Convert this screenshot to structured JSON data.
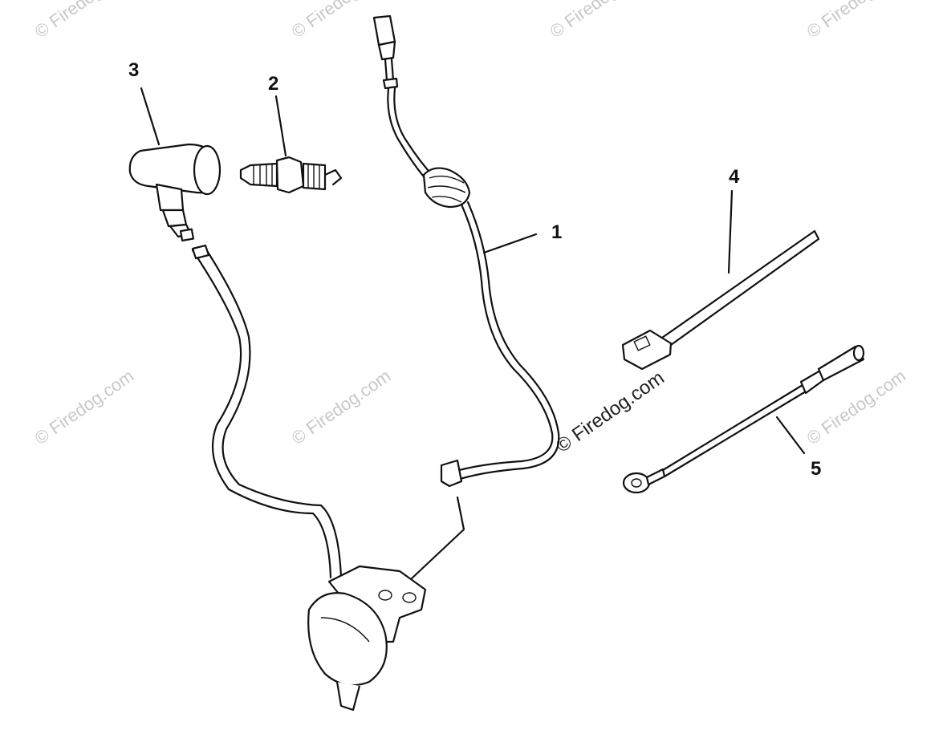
{
  "watermark": {
    "text": "© Firedog.com",
    "center_text": "© Firedog.com"
  },
  "callouts": {
    "part1": "1",
    "part2": "2",
    "part3": "3",
    "part4": "4",
    "part5": "5"
  },
  "colors": {
    "ink": "#111111",
    "watermark": "#c8c8c8",
    "background": "#ffffff"
  }
}
